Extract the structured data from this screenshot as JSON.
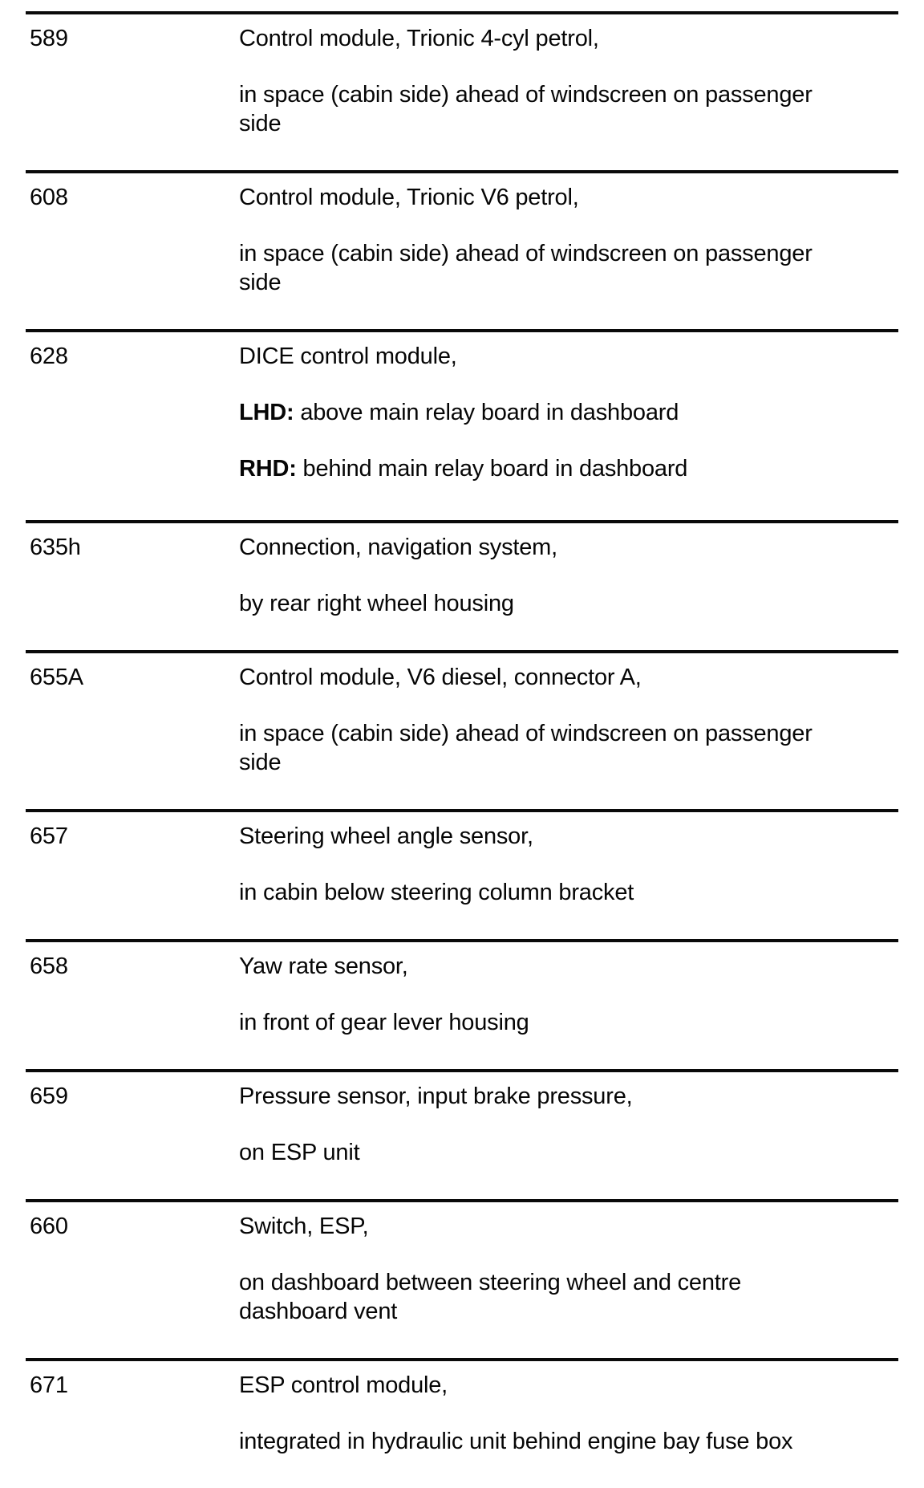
{
  "document": {
    "rows": [
      {
        "code": "589",
        "title": "Control module, Trionic 4-cyl petrol,",
        "location": "in space (cabin side) ahead of windscreen on passenger side"
      },
      {
        "code": "608",
        "title": "Control module, Trionic V6 petrol,",
        "location": "in space (cabin side) ahead of windscreen on passenger side"
      },
      {
        "code": "628",
        "title": "DICE control module,",
        "lhd_label": "LHD:",
        "lhd_text": "above main relay board in dashboard",
        "rhd_label": "RHD:",
        "rhd_text": "behind main relay board in dashboard"
      },
      {
        "code": "635h",
        "title": "Connection, navigation system,",
        "location": "by rear right wheel housing"
      },
      {
        "code": "655A",
        "title": "Control module, V6 diesel, connector A,",
        "location": "in space (cabin side) ahead of windscreen on passenger side"
      },
      {
        "code": "657",
        "title": "Steering wheel angle sensor,",
        "location": "in cabin below steering column bracket"
      },
      {
        "code": "658",
        "title": "Yaw rate sensor,",
        "location": "in front of gear lever housing"
      },
      {
        "code": "659",
        "title": "Pressure sensor, input brake pressure,",
        "location": "on ESP unit"
      },
      {
        "code": "660",
        "title": "Switch, ESP,",
        "location": "on dashboard between steering wheel and centre dashboard vent"
      },
      {
        "code": "671",
        "title": "ESP control module,",
        "location": "integrated in hydraulic unit behind engine bay fuse box"
      }
    ]
  }
}
